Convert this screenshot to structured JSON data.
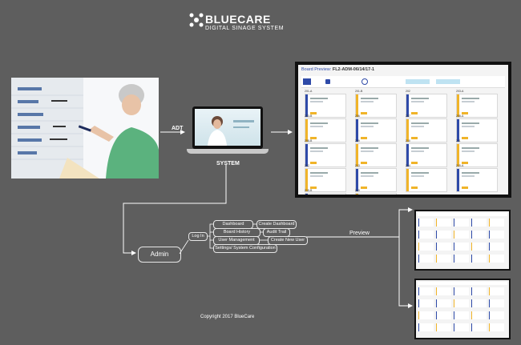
{
  "logo": {
    "brand": "BLUECARE",
    "subtitle": "DIGITAL SINAGE SYSTEM"
  },
  "labels": {
    "adt": "ADT",
    "system": "SYSTEM",
    "preview": "Preview"
  },
  "board": {
    "title_prefix": "Board Preview:",
    "title_id": "FL2-ADM-06/14/17-1",
    "rooms": [
      "201-A",
      "201-B",
      "202",
      "203-A",
      "203-B",
      "206",
      "207",
      "208-A",
      "208-B",
      "209",
      "210",
      "211",
      "212",
      "213",
      "214",
      "215-A",
      "215-B",
      "219"
    ]
  },
  "flow": {
    "admin": "Admin",
    "login": "Log In",
    "menu": [
      "Dashboard",
      "Board History",
      "User Management",
      "Settings/ System Configuration"
    ],
    "actions": [
      "Create Dashboard",
      "Audit Trail",
      "Create New User"
    ]
  },
  "footer": {
    "copyright": "Copyright 2017 BlueCare"
  },
  "colors": {
    "background": "#5e5e5e",
    "accent_blue": "#2e4aa8",
    "accent_yellow": "#f0b429"
  }
}
